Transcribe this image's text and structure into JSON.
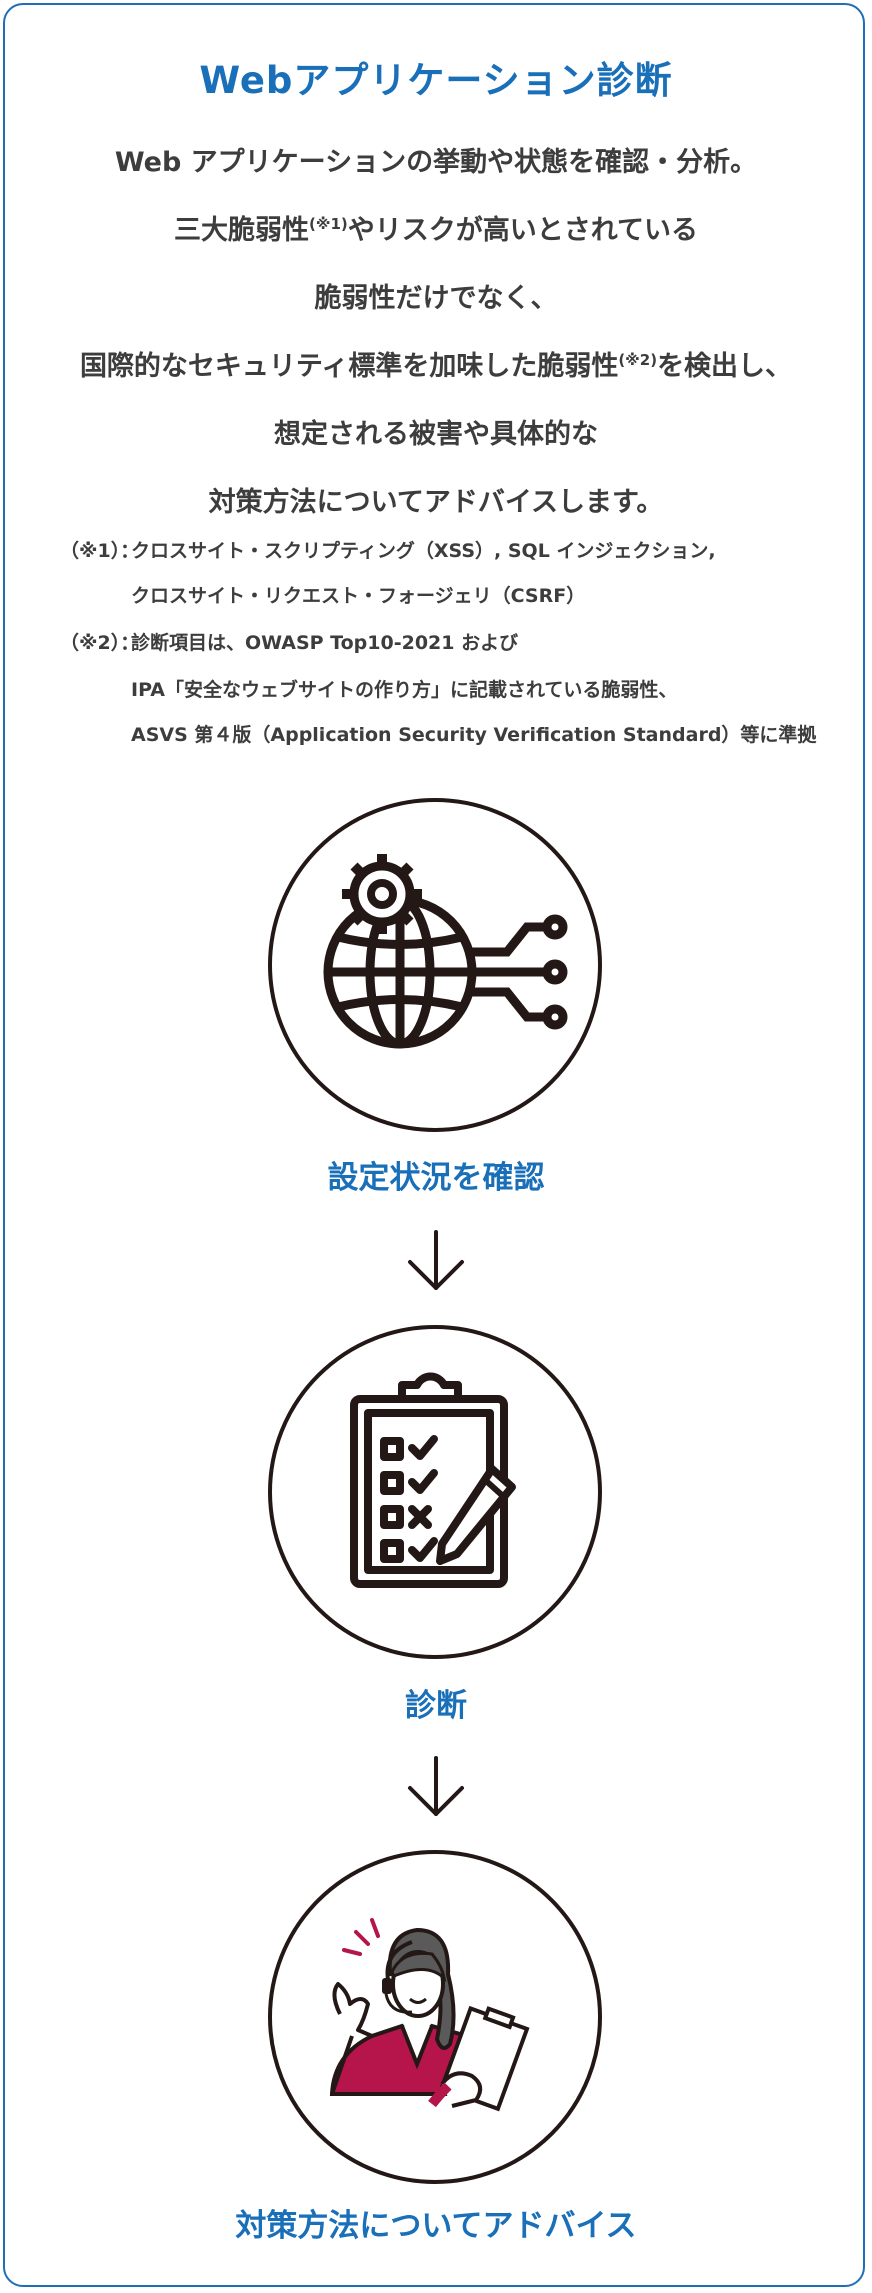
{
  "title": "Webアプリケーション診断",
  "lead": {
    "line1": "Web アプリケーションの挙動や状態を確認・分析。",
    "line2a": "三大脆弱性",
    "line2sup": "(※1)",
    "line2b": "やリスクが高いとされている",
    "line3": "脆弱性だけでなく、",
    "line4a": "国際的なセキュリティ標準を加味した脆弱性",
    "line4sup": "(※2)",
    "line4b": "を検出し、",
    "line5": "想定される被害や具体的な",
    "line6": "対策方法についてアドバイスします。"
  },
  "notes": {
    "n1_label": "（※1）：",
    "n1_line1": "クロスサイト・スクリプティング（XSS）, SQL インジェクション,",
    "n1_line2": "クロスサイト・リクエスト・フォージェリ（CSRF）",
    "n2_label": "（※2）：",
    "n2_line1": "診断項目は、OWASP Top10-2021 および",
    "n2_line2": "IPA「安全なウェブサイトの作り方」に記載されている脆弱性、",
    "n2_line3": "ASVS 第４版（Application Security Verification Standard）等に準拠"
  },
  "steps": [
    {
      "label": "設定状況を確認",
      "icon": "globe-gear-network-icon"
    },
    {
      "label": "診断",
      "icon": "clipboard-checklist-icon"
    },
    {
      "label": "対策方法についてアドバイス",
      "icon": "support-operator-icon"
    }
  ],
  "colors": {
    "accent": "#1a6fb9",
    "border": "#1f6fb8",
    "text": "#3d3d3d",
    "icon": "#231815",
    "jacket": "#b5154b"
  }
}
